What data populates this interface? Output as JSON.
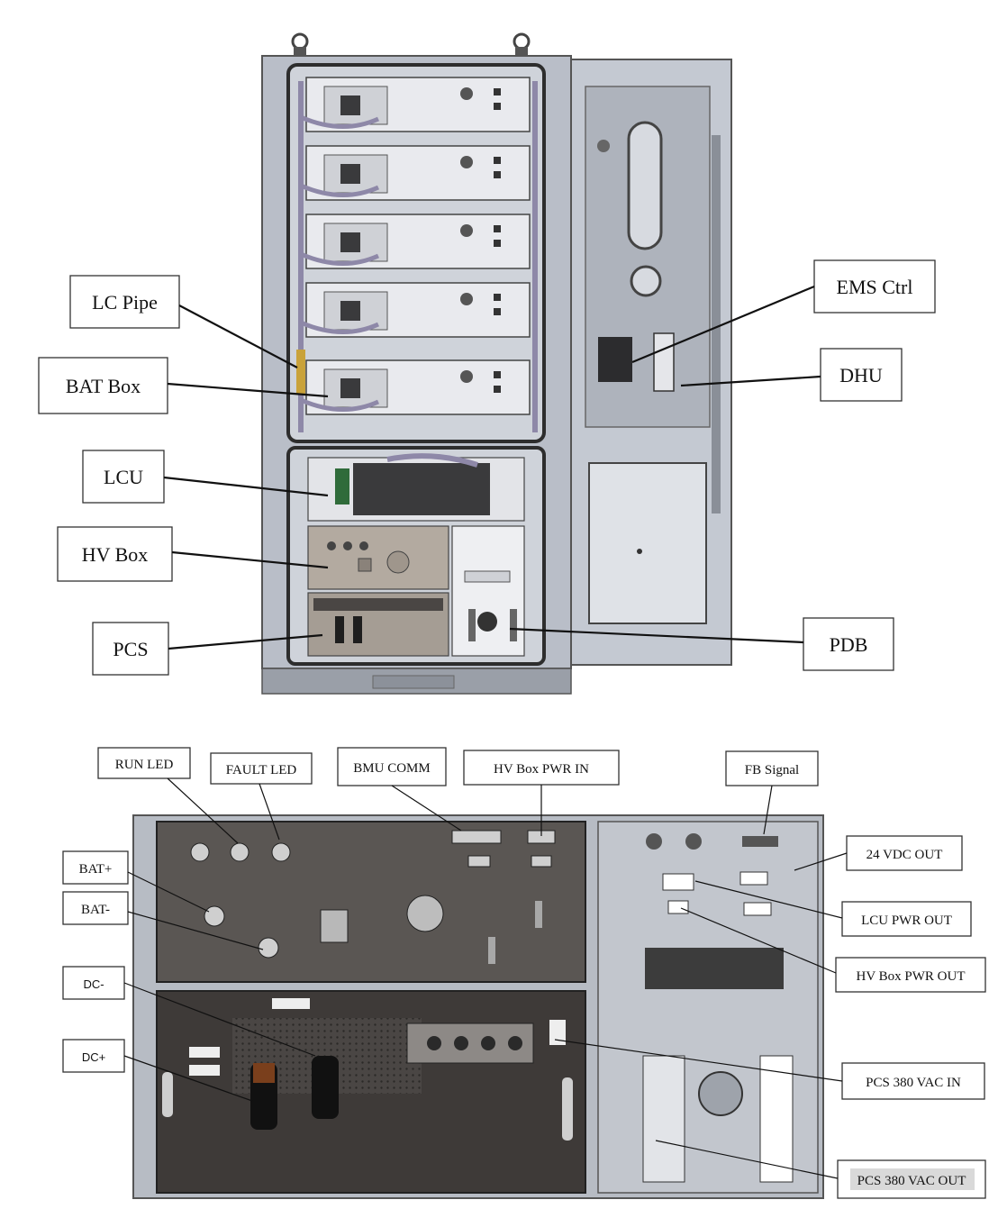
{
  "top_labels": {
    "lc_pipe": "LC Pipe",
    "bat_box": "BAT Box",
    "lcu": "LCU",
    "hv_box": "HV Box",
    "pcs": "PCS",
    "ems_ctrl": "EMS Ctrl",
    "dhu": "DHU",
    "pdb": "PDB"
  },
  "bottom_labels": {
    "run_led": "RUN LED",
    "fault_led": "FAULT LED",
    "bmu_comm": "BMU COMM",
    "hv_box_pwr_in": "HV Box PWR IN",
    "fb_signal": "FB Signal",
    "bat_plus": "BAT+",
    "bat_minus": "BAT-",
    "dc_minus": "DC-",
    "dc_plus": "DC+",
    "vdc_24_out": "24 VDC OUT",
    "lcu_pwr_out": "LCU PWR OUT",
    "hv_box_pwr_out": "HV Box PWR OUT",
    "pcs_380_vac_in": "PCS 380 VAC IN",
    "pcs_380_vac_out": "PCS 380 VAC OUT"
  },
  "colors": {
    "cabinet_frame": "#a7adb8",
    "cabinet_panel": "#c4c9d2",
    "battery_module": "#e9eaee",
    "dark_equipment": "#3a3a3c",
    "hv_panel": "#5a5653",
    "highlight_label": "#d9d9d9"
  }
}
